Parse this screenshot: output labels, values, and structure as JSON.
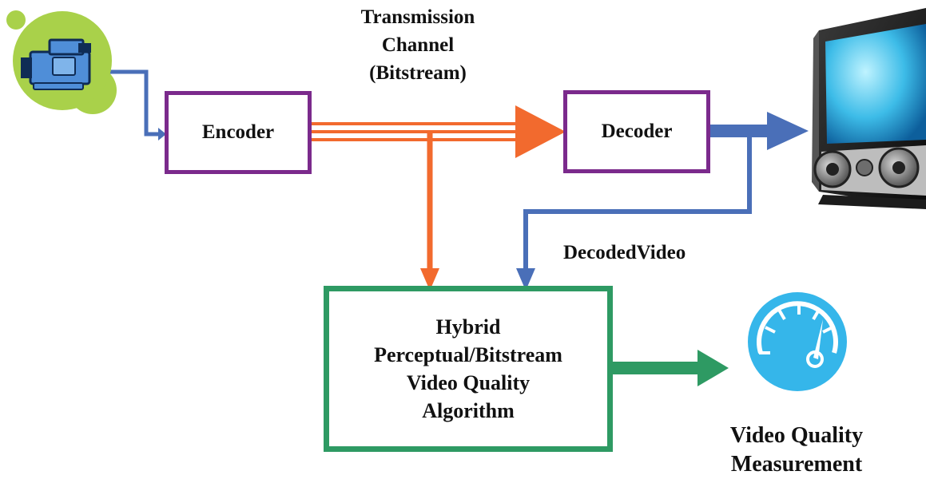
{
  "diagram": {
    "channel_label": [
      "Transmission",
      "Channel",
      "(Bitstream)"
    ],
    "encoder_label": "Encoder",
    "decoder_label": "Decoder",
    "decoded_video_label": "DecodedVideo",
    "algorithm_label": [
      "Hybrid",
      "Perceptual/Bitstream",
      "Video Quality",
      "Algorithm"
    ],
    "output_label": [
      "Video Quality",
      "Measurement"
    ]
  },
  "colors": {
    "process_border": "#7b2a8c",
    "algorithm_border": "#2e9a63",
    "bitstream_arrow": "#f26a2e",
    "video_arrow": "#4a6fb8",
    "output_arrow": "#2e9a63",
    "camera_badge": "#a9d14a",
    "gauge_badge": "#35b6ea"
  },
  "icons": [
    "video-camera-icon",
    "monitor-icon",
    "speedometer-icon"
  ]
}
